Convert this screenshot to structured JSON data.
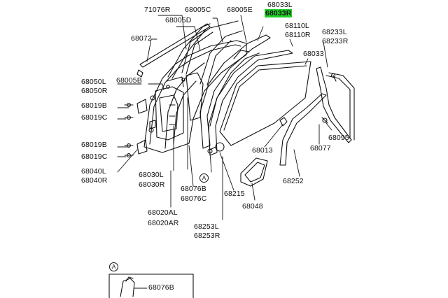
{
  "labels": {
    "p71076r": "71076R",
    "p68005d": "68005D",
    "p68005c": "68005C",
    "p68005e": "68005E",
    "p68033l": "68033L",
    "p68033r": "68033R",
    "p68110l": "68110L",
    "p68110r": "68110R",
    "p68072": "68072",
    "p68233l": "68233L",
    "p68233r": "68233R",
    "p68033": "68033",
    "p68050l": "68050L",
    "p68050r": "68050R",
    "p68005b": "68005B",
    "p68019b_1": "68019B",
    "p68019c_1": "68019C",
    "p68019b_2": "68019B",
    "p68019c_2": "68019C",
    "p68040l": "68040L",
    "p68040r": "68040R",
    "p68095": "68095",
    "p68077": "68077",
    "p68013": "68013",
    "p68030l": "68030L",
    "p68030r": "68030R",
    "p68076b": "68076B",
    "p68076c": "68076C",
    "p68215": "68215",
    "p68252": "68252",
    "p68048": "68048",
    "p68020al": "68020AL",
    "p68020ar": "68020AR",
    "p68253l": "68253L",
    "p68253r": "68253R",
    "p68076b_inset": "68076B"
  },
  "callouts": {
    "a_main": "A",
    "a_inset": "A"
  },
  "colors": {
    "highlight": "#22d12a",
    "ink": "#111111"
  }
}
